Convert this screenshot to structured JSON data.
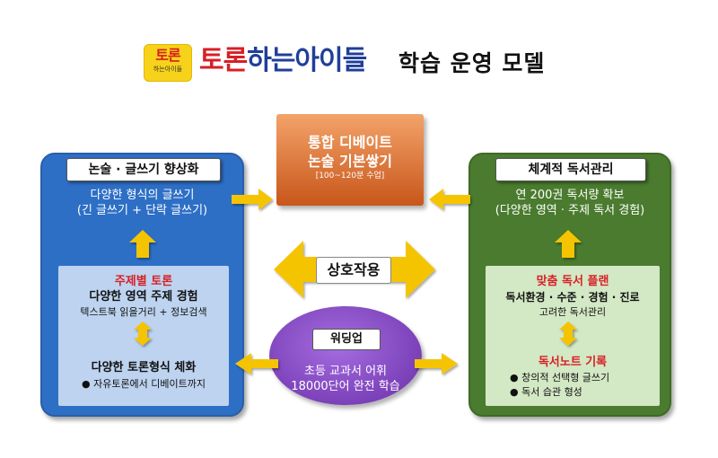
{
  "header": {
    "logo_text": "토론",
    "logo_sub": "하는아이들",
    "brand_part1": "토론",
    "brand_part2": "하는아이들",
    "title": "학습 운영 모델"
  },
  "left_panel": {
    "header": "논술 · 글쓰기 향상화",
    "line1": "다양한 형식의 글쓰기",
    "line2": "(긴 글쓰기 + 단락 글쓰기)",
    "inner_title": "주제별 토론",
    "inner_line1": "다양한 영역 주제 경험",
    "inner_line2": "텍스트북 읽을거리 + 정보검색",
    "inner_title2": "다양한 토론형식 체화",
    "inner_bullet": "● 자유토론에서 디베이트까지"
  },
  "right_panel": {
    "header": "체계적 독서관리",
    "line1": "연 200권 독서량 확보",
    "line2": "(다양한 영역 · 주제 독서 경험)",
    "inner_title": "맞춤 독서 플랜",
    "inner_line1": "독서환경 · 수준 · 경험 · 진로",
    "inner_line2": "고려한 독서관리",
    "inner_title2": "독서노트 기록",
    "inner_bullet1": "● 창의적 선택형 글쓰기",
    "inner_bullet2": "● 독서 습관 형성"
  },
  "center_top": {
    "line1": "통합 디베이트",
    "line2": "논술 기본쌓기",
    "line3": "[100~120분 수업]"
  },
  "interaction": {
    "label": "상호작용"
  },
  "center_bottom": {
    "label": "워딩업",
    "line1": "초등 교과서 어휘",
    "line2": "18000단어 완전 학습"
  },
  "colors": {
    "left_panel": "#2e6fc6",
    "right_panel": "#4a7b2e",
    "arrow": "#f5c400",
    "center_top": "#e07b35",
    "center_bottom": "#8a4cc8",
    "accent_red": "#d81f26"
  }
}
